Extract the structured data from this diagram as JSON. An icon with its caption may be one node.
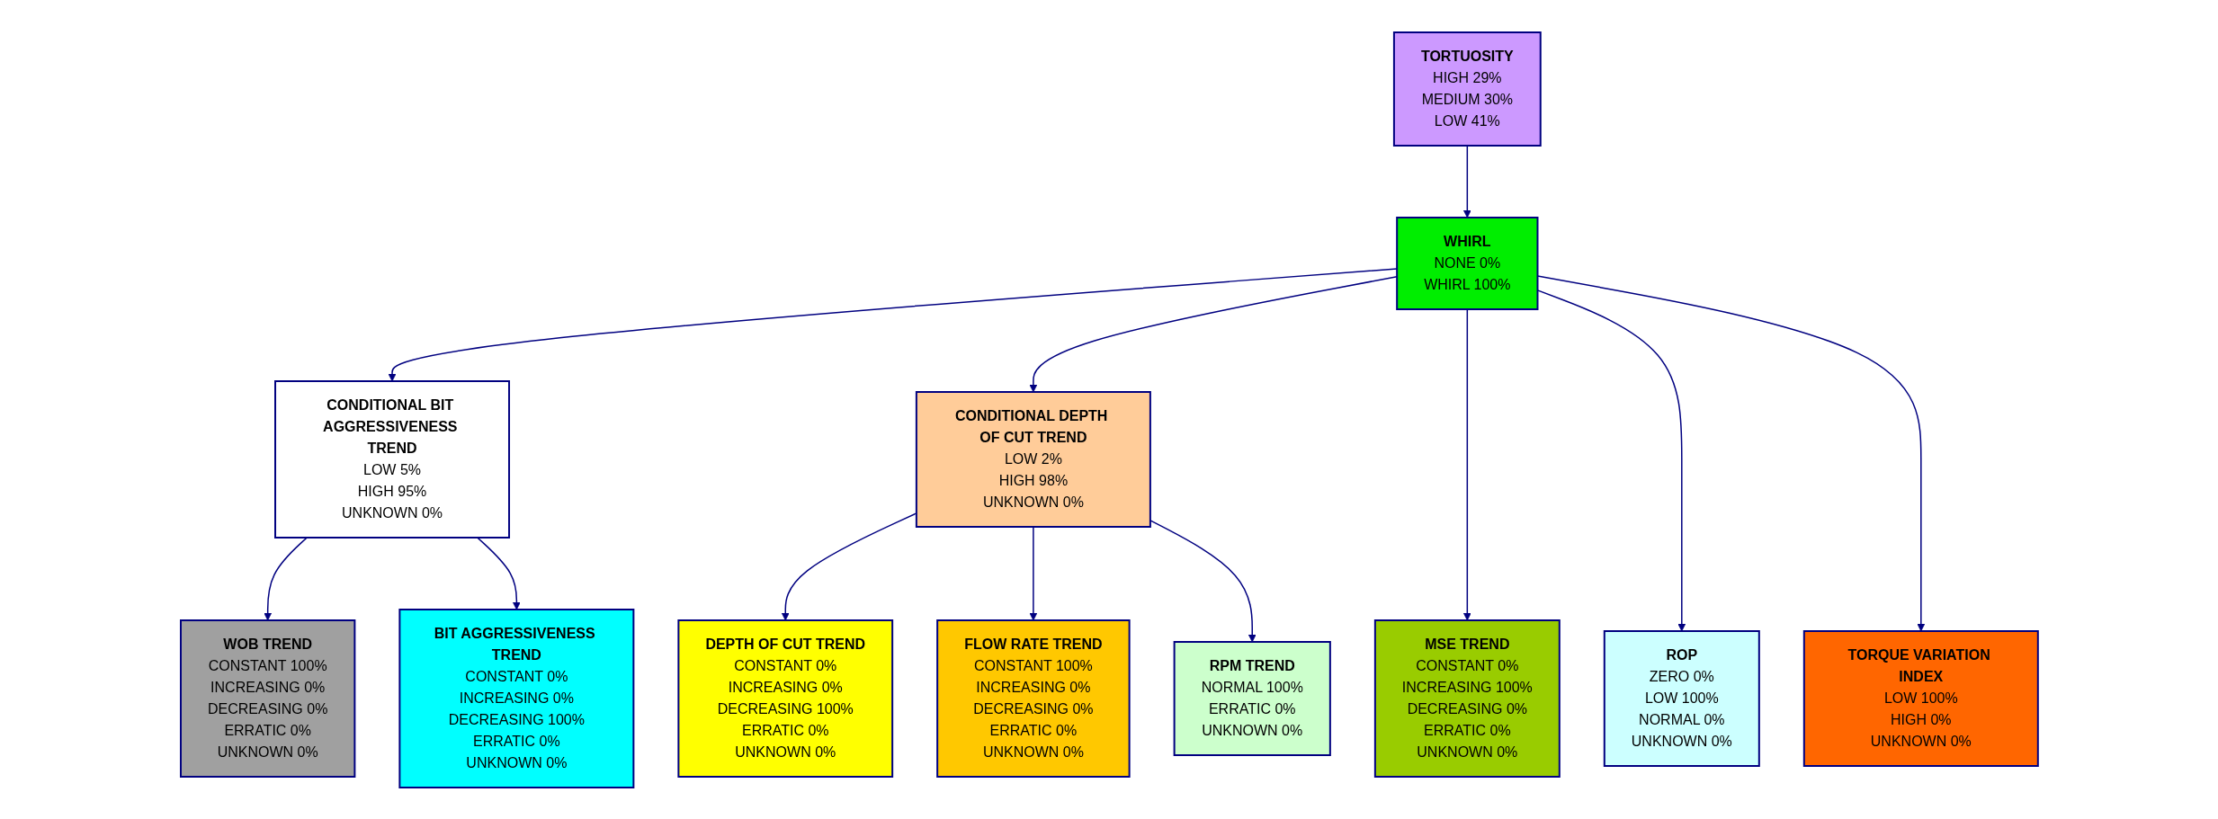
{
  "diagram": {
    "nodes": [
      {
        "text": [
          "WOB TREND",
          "CONSTANT",
          "100%",
          "INCREASING",
          "0%",
          "DECREASING",
          "0%",
          "ERRATIC",
          "0%",
          "UNKNOWN",
          "0%"
        ]
      },
      {
        "text": [
          "CONDITIONAL BIT AGGRESSIVENESS TREND",
          "LOW",
          "5%",
          "HIGH",
          "95%",
          "UNKNOWN",
          "0%"
        ]
      },
      {
        "text": [
          "WHIRL",
          "NONE",
          "0%",
          "WHIRL",
          "100%"
        ]
      },
      {
        "text": [
          "CONDITIONAL DEPTH OF CUT TREND",
          "LOW",
          "2%",
          "HIGH",
          "98%",
          "UNKNOWN",
          "0%"
        ]
      },
      {
        "text": [
          "DEPTH OF CUT TREND",
          "CONSTANT",
          "0%",
          "INCREASING",
          "0%",
          "DECREASING",
          "100%",
          "ERRATIC",
          "0%",
          "UNKNOWN",
          "0%"
        ]
      },
      {
        "text": [
          "FLOW RATE TREND",
          "CONSTANT",
          "100%",
          "INCREASING",
          "0%",
          "DECREASING",
          "0%",
          "ERRATIC",
          "0%",
          "UNKNOWN",
          "0%"
        ]
      },
      {
        "text": [
          "BIT AGGRESSIVENESS TREND",
          "CONSTANT",
          "0%",
          "INCREASING",
          "0%",
          "DECREASING",
          "100%",
          "ERRATIC",
          "0%",
          "UNKNOWN",
          "0%"
        ]
      },
      {
        "text": [
          "MSE TREND",
          "CONSTANT",
          "0%",
          "INCREASING",
          "100%",
          "DECREASING",
          "0%",
          "ERRATIC",
          "0%",
          "UNKNOWN",
          "0%"
        ]
      },
      {
        "text": [
          "ROP",
          "ZERO",
          "0%",
          "LOW",
          "100%",
          "NORMAL",
          "0%",
          "UNKNOWN",
          "0%"
        ]
      },
      {
        "text": [
          "TORQUE VARIATION INDEX",
          "LOW",
          "100%",
          "HIGH",
          "0%",
          "UNKNOWN",
          "0%"
        ]
      },
      {
        "text": [
          "TORTUOSITY",
          "HIGH",
          "29%",
          "MEDIUM",
          "30%",
          "LOW",
          "41%"
        ]
      },
      {
        "text": [
          "RPM TREND",
          "NORMAL",
          "100%",
          "ERRATIC",
          "0%",
          "UNKNOWN",
          "0%"
        ]
      }
    ],
    "edges": [
      {
        "from": 1,
        "to": 0,
        "arrow": "to"
      },
      {
        "from": 2,
        "to": 1,
        "arrow": "to"
      },
      {
        "from": 2,
        "to": 3,
        "arrow": "to"
      },
      {
        "from": 3,
        "to": 4,
        "arrow": "to"
      },
      {
        "from": 3,
        "to": 5,
        "arrow": "to"
      },
      {
        "from": 1,
        "to": 6,
        "arrow": "to"
      },
      {
        "from": 2,
        "to": 7,
        "arrow": "to"
      },
      {
        "from": 2,
        "to": 8,
        "arrow": "to"
      },
      {
        "from": 2,
        "to": 9,
        "arrow": "to"
      },
      {
        "from": 10,
        "to": 2,
        "arrow": "to"
      },
      {
        "from": 3,
        "to": 11,
        "arrow": "to"
      }
    ]
  }
}
